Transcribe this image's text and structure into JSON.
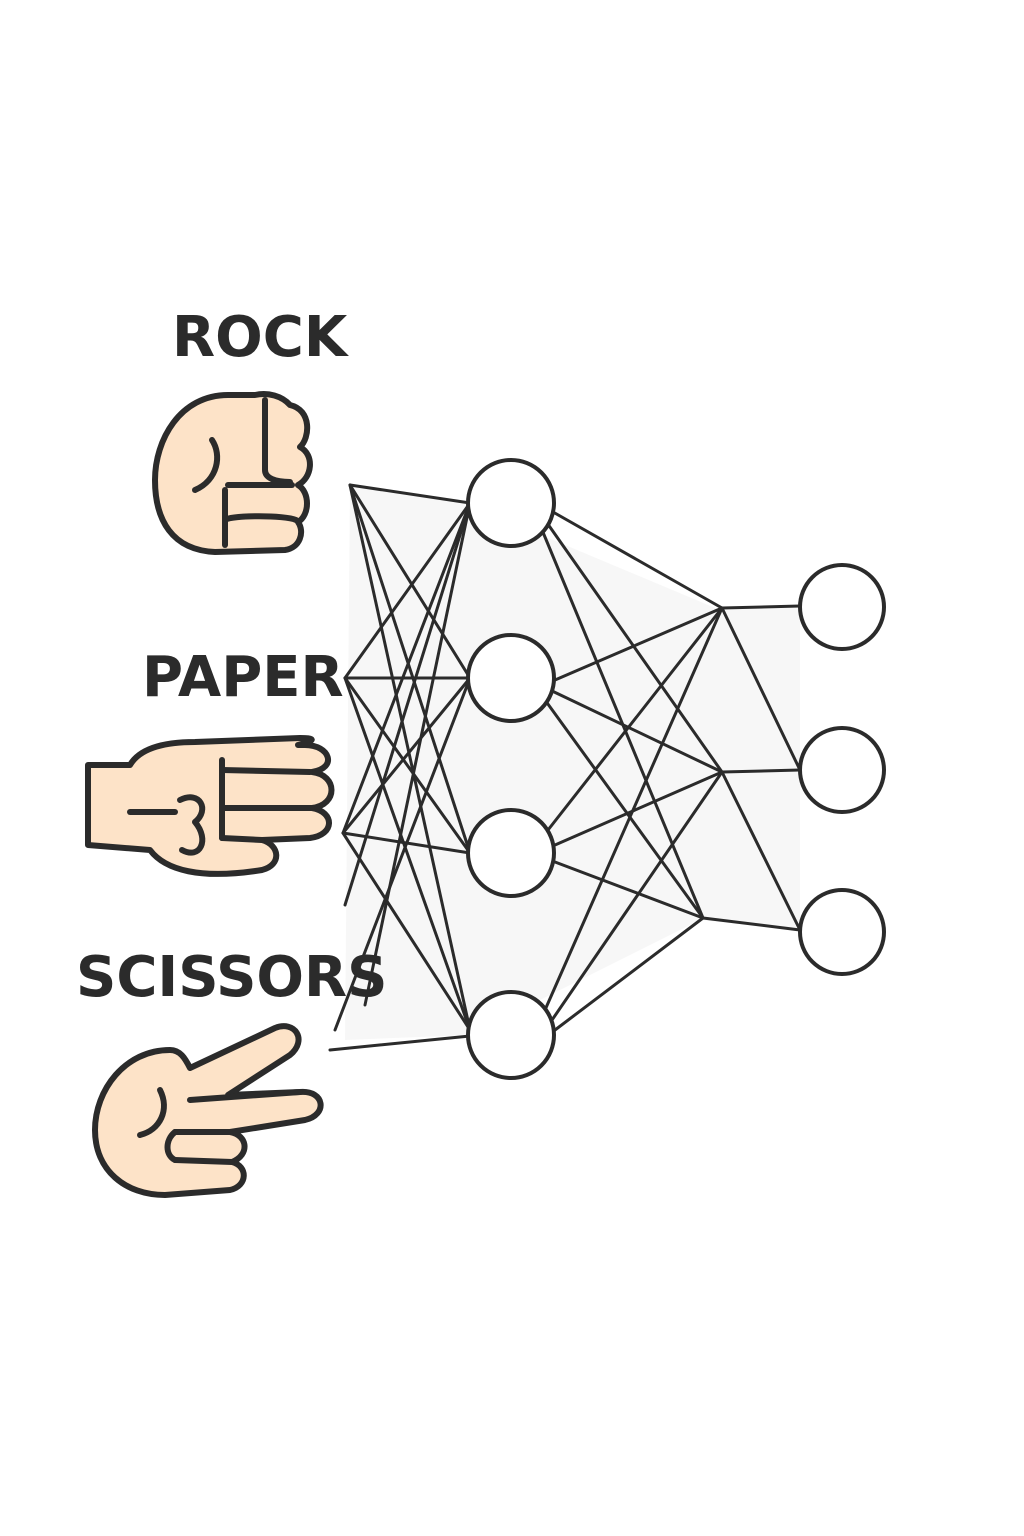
{
  "labels": {
    "rock": "ROCK",
    "paper": "PAPER",
    "scissors": "SCISSORS"
  },
  "colors": {
    "skin": "#fde3c8",
    "stroke": "#2b2b2b",
    "node_fill": "#ffffff",
    "panel_fill": "#f7f7f7"
  },
  "icons": [
    "rock-fist-icon",
    "paper-hand-icon",
    "scissors-hand-icon"
  ],
  "network": {
    "input_points": 3,
    "hidden_nodes": 4,
    "output_nodes": 3
  }
}
